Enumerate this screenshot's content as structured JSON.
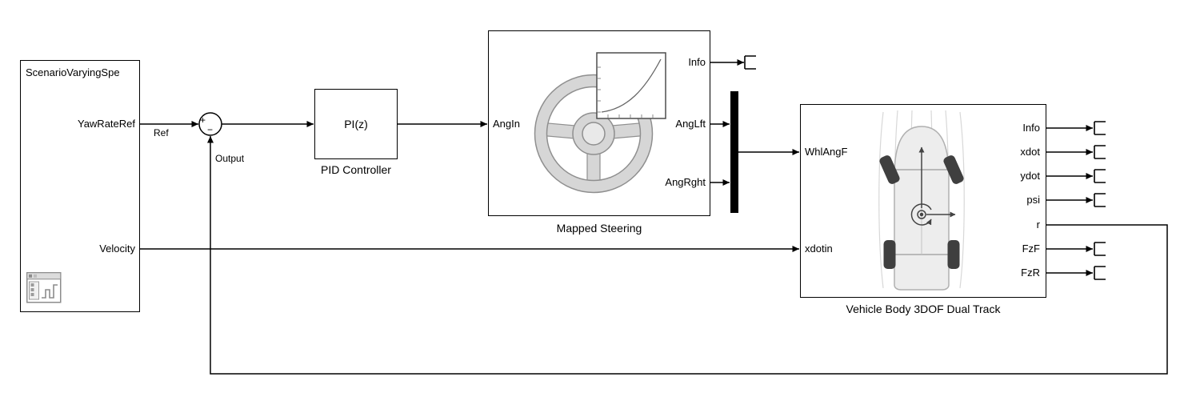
{
  "scenario_block": {
    "title": "ScenarioVaryingSpe",
    "output_ports": [
      "YawRateRef",
      "Velocity"
    ]
  },
  "sum_block": {
    "plus_sign": "+",
    "minus_sign": "−"
  },
  "signal_labels": {
    "ref": "Ref",
    "output": "Output"
  },
  "pid_block": {
    "display_text": "PI(z)",
    "caption": "PID Controller"
  },
  "steering_block": {
    "caption": "Mapped Steering",
    "input_ports": [
      "AngIn"
    ],
    "output_ports": [
      "Info",
      "AngLft",
      "AngRght"
    ]
  },
  "vehicle_block": {
    "caption": "Vehicle Body 3DOF Dual Track",
    "input_ports": [
      "WhlAngF",
      "xdotin"
    ],
    "output_ports": [
      "Info",
      "xdot",
      "ydot",
      "psi",
      "r",
      "FzF",
      "FzR"
    ]
  },
  "icons": {
    "terminator": "bracket-shape",
    "mux": "solid-black-bar",
    "signal_editor": "window-with-step-waveform",
    "steering_wheel": "steering-wheel-with-map-plot",
    "vehicle": "car-top-view-with-axes"
  },
  "colors": {
    "background": "#ffffff",
    "wire": "#000000",
    "block_border": "#000000",
    "mux_fill": "#000000",
    "icon_gray": "#d6d6d6",
    "icon_stroke": "#8f8f8f",
    "vehicle_body": "#ededed",
    "wheel": "#3f3f3f"
  }
}
